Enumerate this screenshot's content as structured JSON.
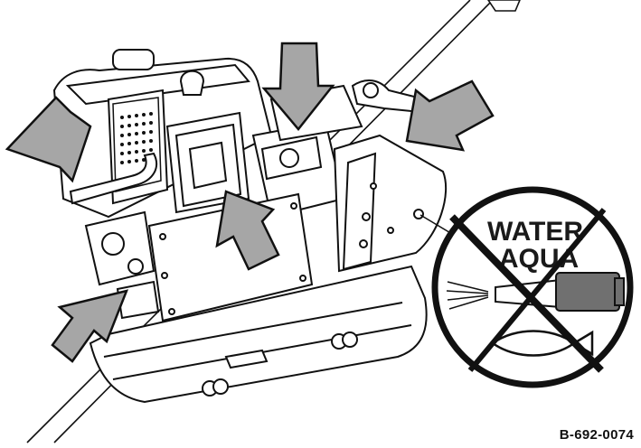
{
  "figure": {
    "reference_code": "B-692-0074",
    "prohibition_sign": {
      "line1": "WATER",
      "line2": "AQUA"
    }
  },
  "colors": {
    "arrow_fill": "#a6a6a6",
    "line_art": "#111111",
    "background": "#ffffff",
    "nozzle_fill": "#707070"
  },
  "icons": [
    "arrow-icon",
    "no-water-jet-icon",
    "fish-icon",
    "hose-nozzle-icon"
  ]
}
